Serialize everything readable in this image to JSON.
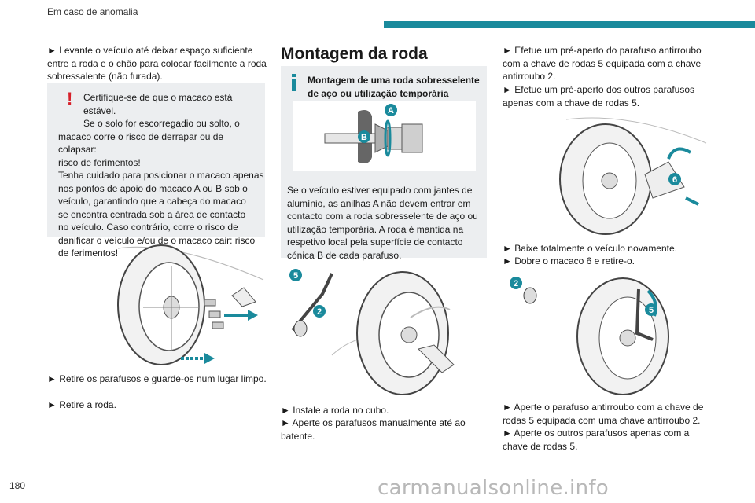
{
  "header": {
    "section": "Em caso de anomalia"
  },
  "page_number": "180",
  "watermark": "carmanualsonline.info",
  "col1": {
    "step_intro": "► Levante o veículo até deixar espaço suficiente entre a roda e o chão para colocar facilmente a roda sobressalente (não furada).",
    "warning_lines": [
      "Certifique-se de que o macaco está estável.",
      "Se o solo for escorregadio ou solto, o",
      "macaco corre o risco de derrapar ou de colapsar:",
      "risco de ferimentos!",
      "Tenha cuidado para posicionar o macaco apenas",
      "nos pontos de apoio do macaco A ou B sob o",
      "veículo, garantindo que a cabeça do macaco",
      "se encontra centrada sob a área de contacto",
      "no veículo. Caso contrário, corre o risco de",
      "danificar o veículo e/ou de o macaco cair: risco",
      "de ferimentos!"
    ],
    "step_remove_bolts": "► Retire os parafusos e guarde-os num lugar limpo.",
    "step_remove_wheel": "► Retire a roda."
  },
  "col2": {
    "title": "Montagem da roda",
    "info_title": "Montagem de uma roda sobresselente de aço ou utilização temporária",
    "info_text": "Se o veículo estiver equipado com jantes de alumínio, as anilhas A não devem entrar em contacto com a roda sobresselente de aço ou utilização temporária. A roda é mantida na respetivo local pela superfície de contacto cónica B de cada parafuso.",
    "badges": {
      "a": "A",
      "b": "B",
      "five": "5",
      "two": "2"
    },
    "step_install": "► Instale a roda no cubo.",
    "step_tighten": "► Aperte os parafusos manualmente até ao batente."
  },
  "col3": {
    "step_pre_antitheft": "► Efetue um pré-aperto do parafuso antirroubo com a chave de rodas 5 equipada com a chave antirroubo 2.",
    "step_pre_others": "► Efetue um pré-aperto dos outros parafusos apenas com a chave de rodas 5.",
    "badges": {
      "six": "6",
      "two": "2",
      "five": "5"
    },
    "step_lower": "► Baixe totalmente o veículo novamente.",
    "step_fold": "► Dobre o macaco 6 e retire-o.",
    "step_tighten_antitheft": "► Aperte o parafuso antirroubo com a chave de rodas 5 equipada com uma chave antirroubo 2.",
    "step_tighten_others": "► Aperte os outros parafusos apenas com a chave de rodas 5."
  },
  "colors": {
    "accent": "#1a8a9c",
    "warning": "#d6202a",
    "box_bg": "#eceef0"
  }
}
